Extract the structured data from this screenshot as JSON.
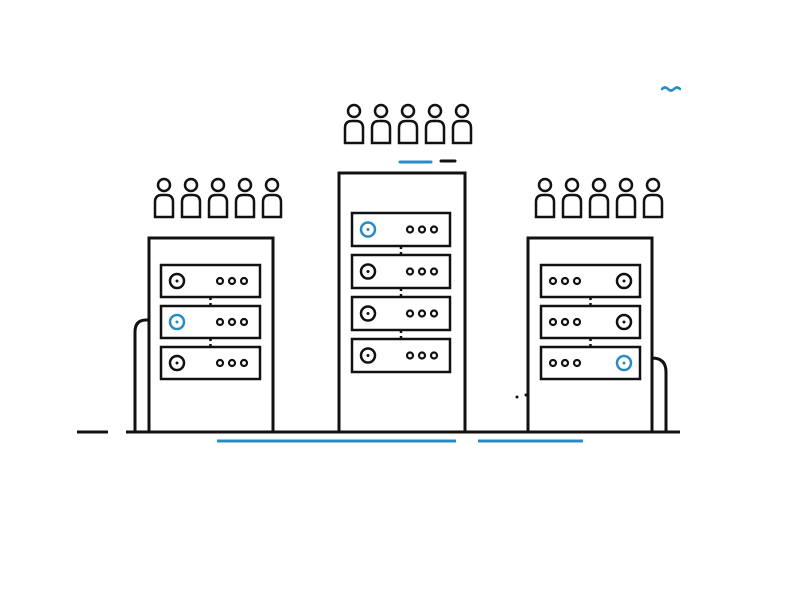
{
  "colors": {
    "stroke": "#111111",
    "accent": "#2a8bc4",
    "background": "#ffffff"
  },
  "icons": {
    "person": "person-icon",
    "rack": "server-rack-icon",
    "unit": "server-unit-icon",
    "disk": "disk-icon"
  },
  "racks": [
    {
      "id": "left",
      "people": 5,
      "units": 3,
      "disk_side": "left",
      "highlight_unit": 1
    },
    {
      "id": "center",
      "people": 5,
      "units": 4,
      "disk_side": "left",
      "highlight_unit": 0
    },
    {
      "id": "right",
      "people": 5,
      "units": 3,
      "disk_side": "right",
      "highlight_unit": 2
    }
  ]
}
